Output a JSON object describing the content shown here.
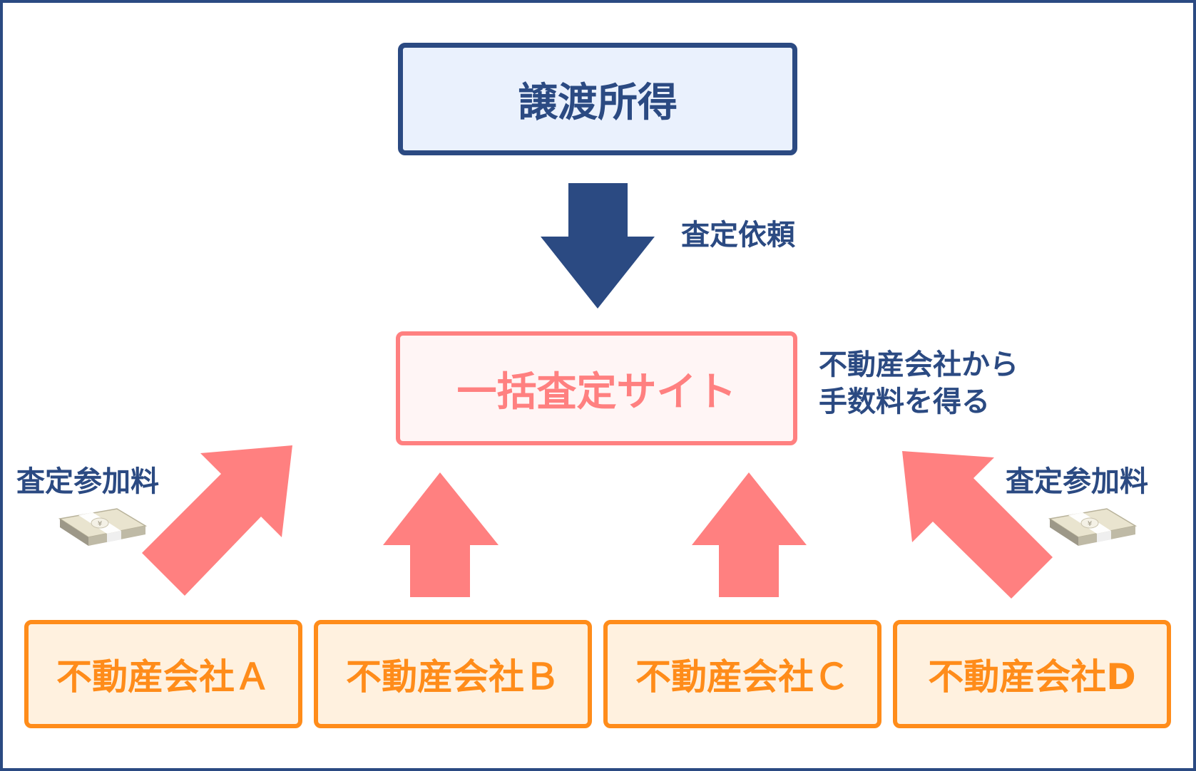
{
  "top_box": {
    "label": "譲渡所得"
  },
  "request_label": "査定依頼",
  "site_box": {
    "label": "一括査定サイト"
  },
  "fee_note": {
    "line1": "不動産会社から",
    "line2": "手数料を得る"
  },
  "participation_fee_left": "査定参加料",
  "participation_fee_right": "査定参加料",
  "companies": [
    {
      "label": "不動産会社Ａ"
    },
    {
      "label": "不動産会社Ｂ"
    },
    {
      "label": "不動産会社Ｃ"
    },
    {
      "label": "不動産会社D"
    }
  ],
  "colors": {
    "navy": "#2b4a82",
    "pink": "#ff8080",
    "orange": "#ff8c1a",
    "top_box_fill": "#eaf1fd",
    "site_box_fill": "#fff5f5",
    "company_fill": "#fff1df"
  },
  "icons": {
    "money_bundle": "yen-banknote-bundle-icon"
  }
}
